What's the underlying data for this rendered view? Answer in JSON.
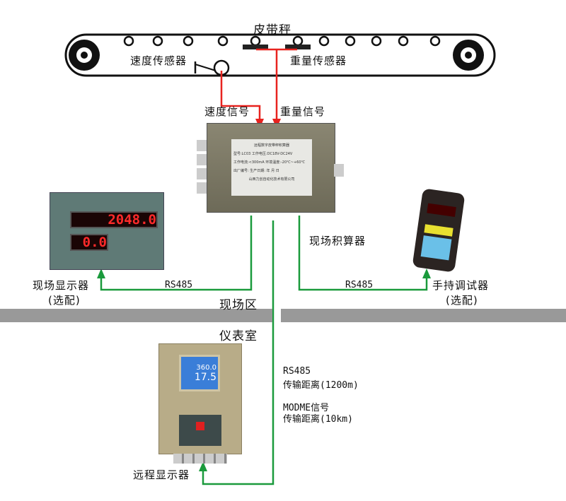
{
  "belt": {
    "title": "皮带秤",
    "speed_sensor": "速度传感器",
    "weight_sensor": "重量传感器"
  },
  "signals": {
    "speed": "速度信号",
    "weight": "重量信号"
  },
  "junction_box": {
    "label": "现场积算器",
    "plate_title": "远程数字皮带秤积算器",
    "plate_lines": [
      "型号:LC03  工作电压:DC18V-DC24V",
      "工作电流:<300mA  环境温度:-20℃~+60℃",
      "出厂编号:  生产日期:  年 月 日"
    ],
    "plate_company": "山西力创自动化技术有限公司"
  },
  "field_display": {
    "label": "现场显示器",
    "note": "(选配)",
    "value_top": "2048.0",
    "value_bottom": "0.0",
    "link": "RS485"
  },
  "handheld": {
    "label": "手持调试器",
    "note": "(选配)",
    "link": "RS485"
  },
  "zones": {
    "field": "现场区",
    "control_room": "仪表室"
  },
  "remote_display": {
    "label": "远程显示器",
    "screen_top": "360.0",
    "screen_bottom": "17.5"
  },
  "transmission": {
    "line1": "RS485",
    "line2": "传输距离(1200m)",
    "line3": "MODME信号",
    "line4": "传输距离(10km)"
  },
  "colors": {
    "signal_red": "#e8231f",
    "link_green": "#1a9a3c",
    "band_gray": "#999999"
  }
}
